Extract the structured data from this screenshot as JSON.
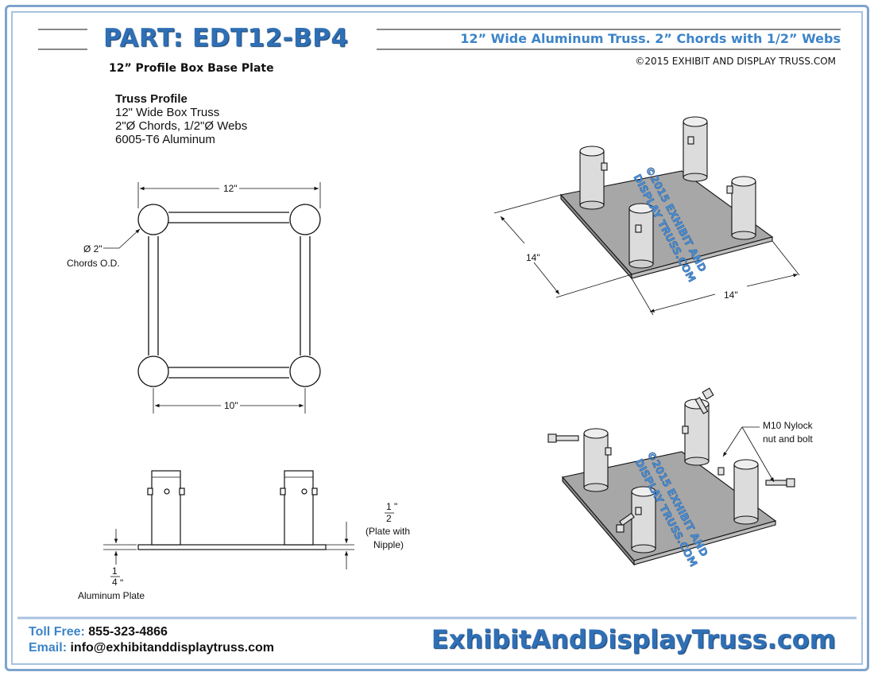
{
  "header": {
    "part_title": "PART: EDT12-BP4",
    "part_subtitle": "12” Profile Box Base Plate",
    "tagline": "12” Wide Aluminum Truss. 2” Chords with 1/2” Webs",
    "copyright": "©2015 EXHIBIT AND DISPLAY TRUSS.COM"
  },
  "spec": {
    "heading": "Truss Profile",
    "line1": "12\" Wide Box Truss",
    "line2": "2\"Ø Chords, 1/2\"Ø Webs",
    "line3": "6005-T6 Aluminum"
  },
  "profile_view": {
    "dim_top": "12\"",
    "dim_bottom": "10\"",
    "chord_dia": "Ø 2\"",
    "chord_note": "Chords O.D."
  },
  "side_view": {
    "half_num": "1",
    "half_den": "2",
    "half_quote": "\"",
    "plate_note_1": "(Plate with",
    "plate_note_2": "Nipple)",
    "quarter_num": "1",
    "quarter_den": "4",
    "quarter_quote": "\"",
    "plate_label": "Aluminum Plate"
  },
  "iso_view": {
    "dim_left": "14\"",
    "dim_right": "14\"",
    "watermark_1": "©2015 EXHIBIT AND",
    "watermark_2": "DISPLAY TRUSS.COM"
  },
  "iso_view_2": {
    "bolt_note_1": "M10 Nylock",
    "bolt_note_2": "nut and bolt",
    "watermark_1": "©2015 EXHIBIT AND",
    "watermark_2": "DISPLAY TRUSS.COM"
  },
  "footer": {
    "toll_label": "Toll Free:",
    "toll_value": "855-323-4866",
    "email_label": "Email:",
    "email_value": "info@exhibitanddisplaytruss.com",
    "site": "ExhibitAndDisplayTruss.com"
  },
  "colors": {
    "accent": "#2f6fb5",
    "accent_light": "#3d84c8",
    "frame": "#7da3cc",
    "watermark": "#4a90d9"
  }
}
